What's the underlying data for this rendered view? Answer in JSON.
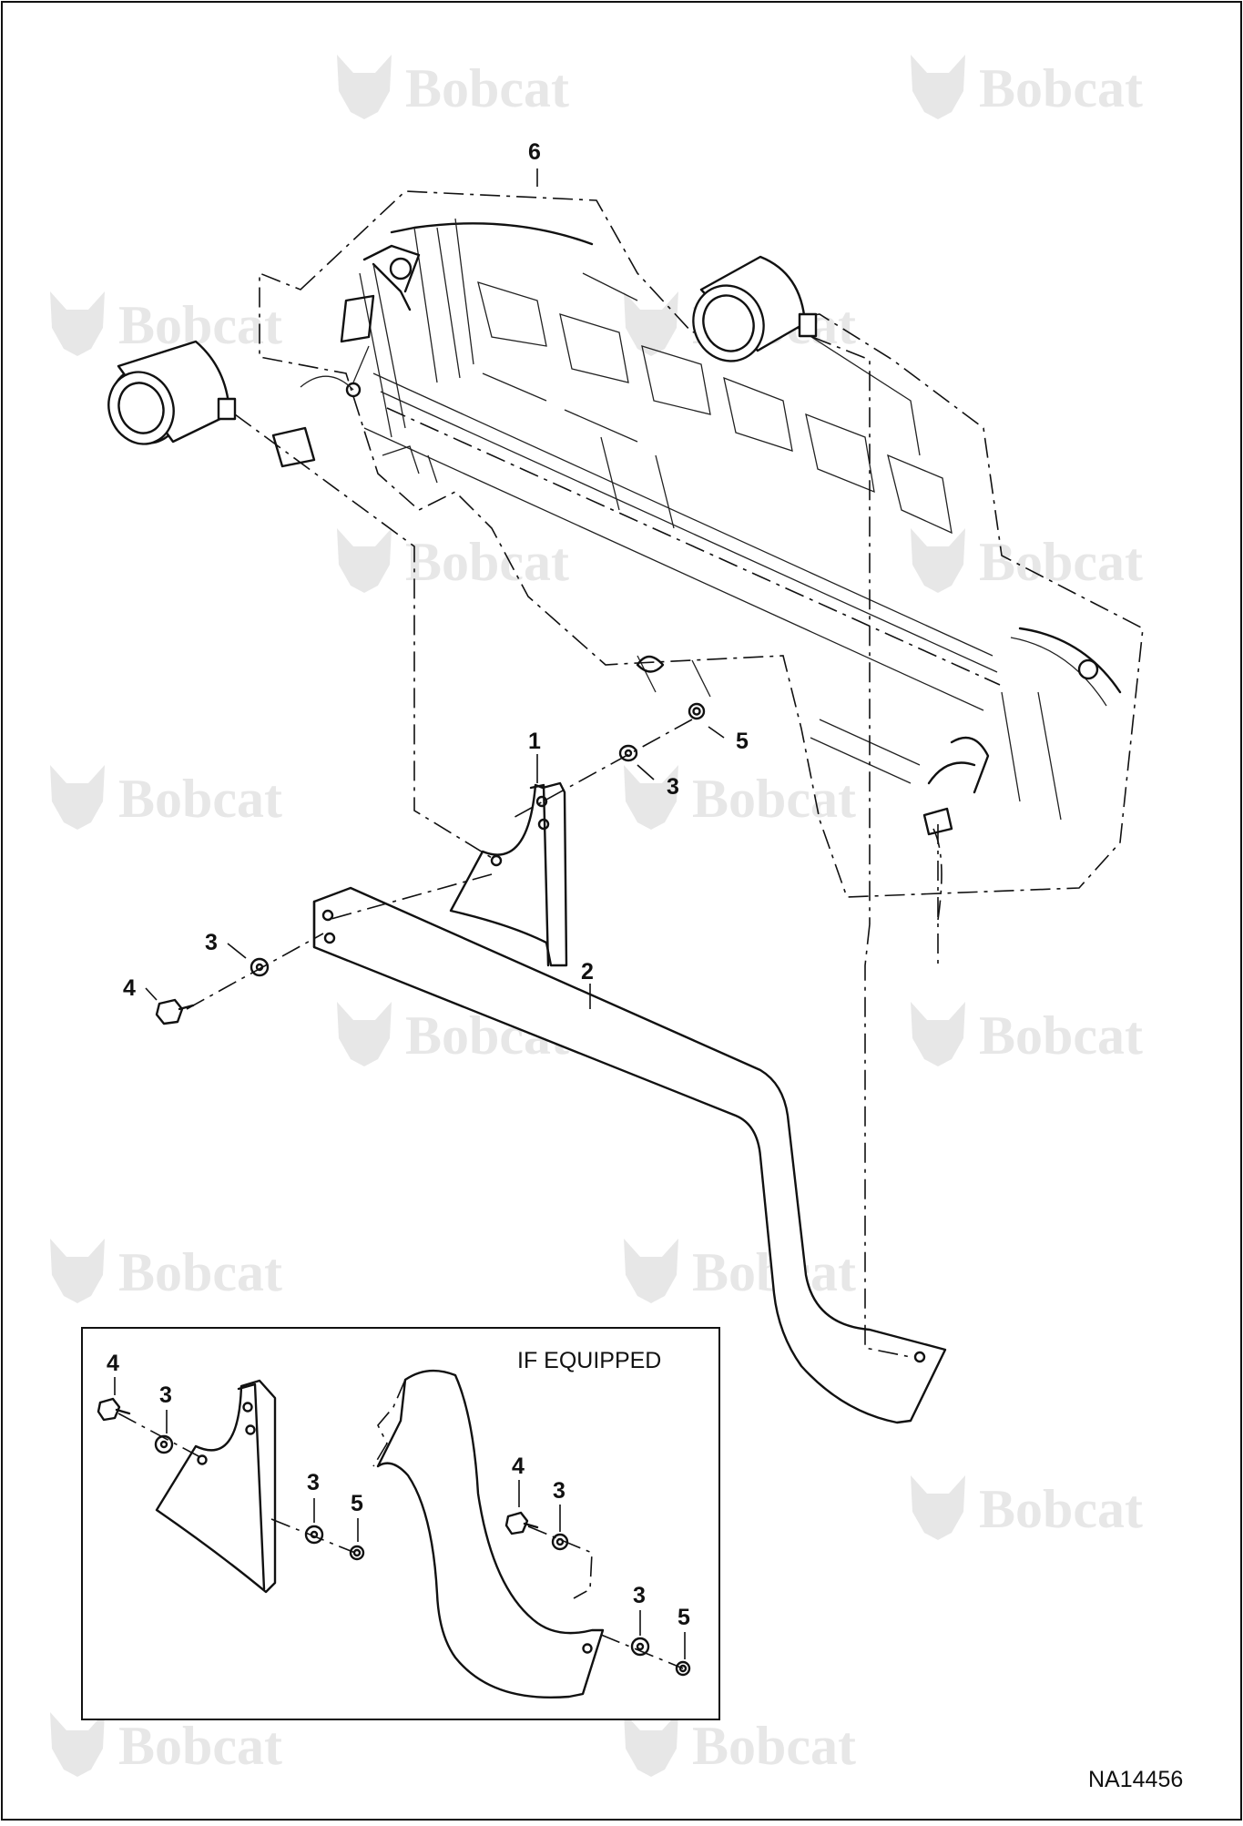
{
  "watermark": {
    "text": "Bobcat",
    "icon": "bobcat-logo-icon",
    "color": "#d4d4d4"
  },
  "callouts": {
    "c1": "1",
    "c2": "2",
    "c3a": "3",
    "c3b": "3",
    "c4": "4",
    "c5": "5",
    "c6": "6"
  },
  "inset": {
    "label": "IF EQUIPPED",
    "callouts": {
      "c4a": "4",
      "c3a": "3",
      "c3b": "3",
      "c5a": "5",
      "c4b": "4",
      "c3c": "3",
      "c3d": "3",
      "c5b": "5"
    }
  },
  "drawing_number": "NA14456"
}
